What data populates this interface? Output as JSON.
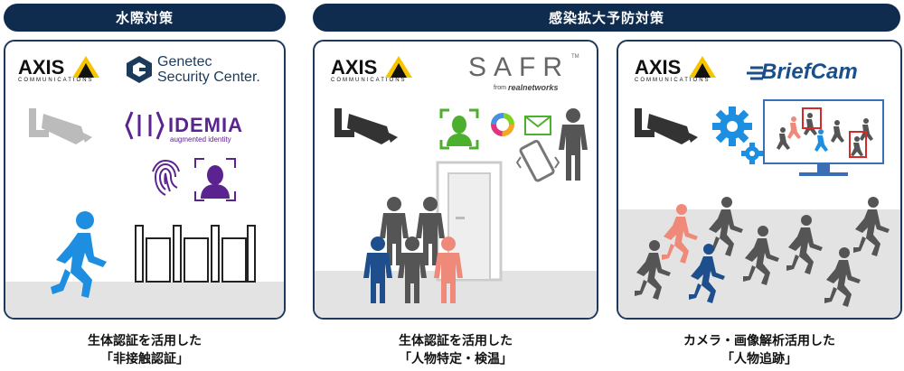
{
  "headers": {
    "left": "水際対策",
    "right": "感染拡大予防対策"
  },
  "panel1": {
    "axis": {
      "word": "AXIS",
      "sub": "COMMUNICATIONS"
    },
    "genetec": {
      "line1": "Genetec",
      "line2": "Security Center."
    },
    "idemia": {
      "name": "IDEMIA",
      "tagline": "augmented identity"
    }
  },
  "panel2": {
    "axis": {
      "word": "AXIS",
      "sub": "COMMUNICATIONS"
    },
    "safr": {
      "name": "SAFR",
      "tm": "TM",
      "from": "from",
      "brand": "realnetworks"
    }
  },
  "panel3": {
    "axis": {
      "word": "AXIS",
      "sub": "COMMUNICATIONS"
    },
    "briefcam": {
      "name": "BriefCam"
    }
  },
  "captions": {
    "c1_line1": "生体認証を活用した",
    "c1_line2": "「非接触認証」",
    "c2_line1": "生体認証を活用した",
    "c2_line2": "「人物特定・検温」",
    "c3_line1": "カメラ・画像解析活用した",
    "c3_line2": "「人物追跡」"
  },
  "colors": {
    "navy": "#0f2c4f",
    "axis_yellow": "#f6c400",
    "idemia_purple": "#5b2390",
    "genetec_blue": "#1b3a5c",
    "blue_figure": "#1e8fe0",
    "green_face": "#4caf2e",
    "salmon": "#ef8a7a",
    "dark_blue_person": "#1f4e8c",
    "gray_person": "#555555",
    "red_box": "#d42a2a",
    "monitor_blue": "#3a6fb5"
  }
}
